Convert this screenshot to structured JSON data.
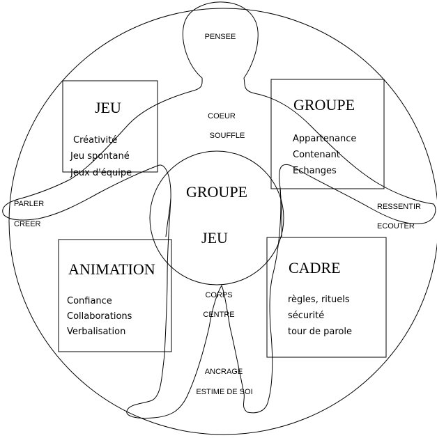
{
  "center": {
    "line1": "GROUPE",
    "line2": "JEU"
  },
  "body_labels": {
    "head": "PENSEE",
    "chest_1": "COEUR",
    "chest_2": "SOUFFLE",
    "left_hand_1": "PARLER",
    "left_hand_2": "CREER",
    "right_hand_1": "RESSENTIR",
    "right_hand_2": "ECOUTER",
    "hips_1": "CORPS",
    "hips_2": "CENTRE",
    "feet_1": "ANCRAGE",
    "feet_2": "ESTIME DE SOI"
  },
  "boxes": {
    "jeu": {
      "title": "JEU",
      "items": [
        "Créativité",
        "Jeu spontané",
        "Jeux d'équipe"
      ]
    },
    "groupe": {
      "title": "GROUPE",
      "items": [
        "Appartenance",
        "Contenant",
        "Echanges"
      ]
    },
    "animation": {
      "title": "ANIMATION",
      "items": [
        "Confiance",
        "Collaborations",
        "Verbalisation"
      ]
    },
    "cadre": {
      "title": "CADRE",
      "items": [
        "règles, rituels",
        "sécurité",
        "tour de parole"
      ]
    }
  }
}
